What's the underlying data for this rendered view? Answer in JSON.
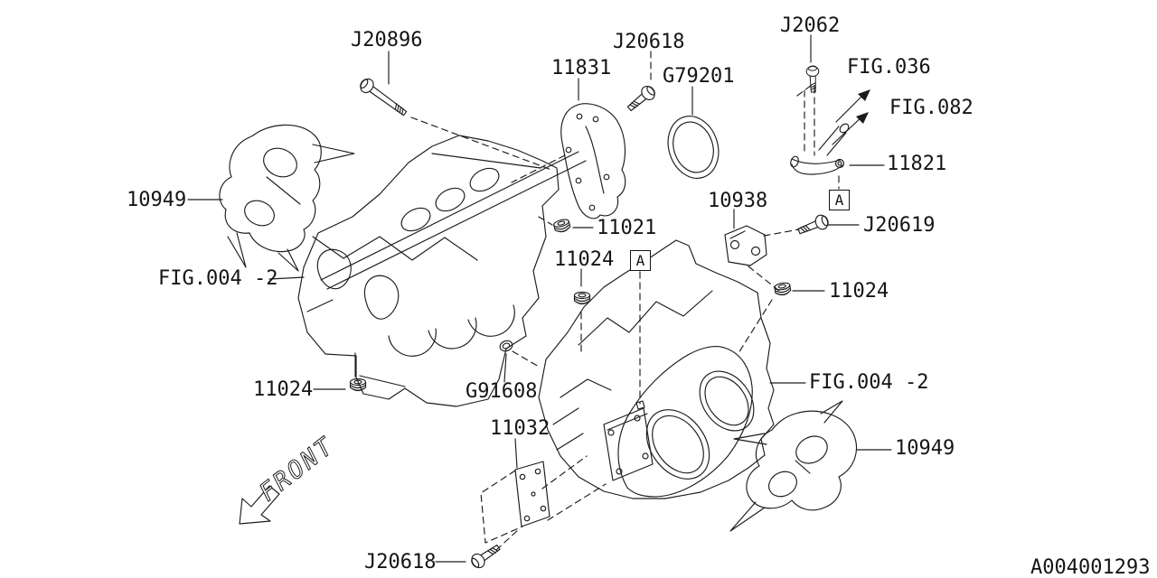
{
  "diagram": {
    "description": "Cylinder block exploded parts diagram",
    "code": "A004001293",
    "front_label": "FRONT",
    "callout_letter": "A",
    "labels": [
      {
        "id": "J20896",
        "text": "J20896"
      },
      {
        "id": "11831",
        "text": "11831"
      },
      {
        "id": "J20618-top",
        "text": "J20618"
      },
      {
        "id": "G79201",
        "text": "G79201"
      },
      {
        "id": "J2062",
        "text": "J2062"
      },
      {
        "id": "FIG.036",
        "text": "FIG.036"
      },
      {
        "id": "FIG.082",
        "text": "FIG.082"
      },
      {
        "id": "11821",
        "text": "11821"
      },
      {
        "id": "10938",
        "text": "10938"
      },
      {
        "id": "J20619",
        "text": "J20619"
      },
      {
        "id": "11021",
        "text": "11021"
      },
      {
        "id": "11024-left",
        "text": "11024"
      },
      {
        "id": "11024-right",
        "text": "11024"
      },
      {
        "id": "FIG.004-2-left",
        "text": "FIG.004 -2"
      },
      {
        "id": "11024-bottom",
        "text": "11024"
      },
      {
        "id": "G91608",
        "text": "G91608"
      },
      {
        "id": "11032",
        "text": "11032"
      },
      {
        "id": "FIG.004-2-right",
        "text": "FIG.004 -2"
      },
      {
        "id": "10949-right",
        "text": "10949"
      },
      {
        "id": "10949-left",
        "text": "10949"
      },
      {
        "id": "J20618-bottom",
        "text": "J20618"
      }
    ]
  }
}
